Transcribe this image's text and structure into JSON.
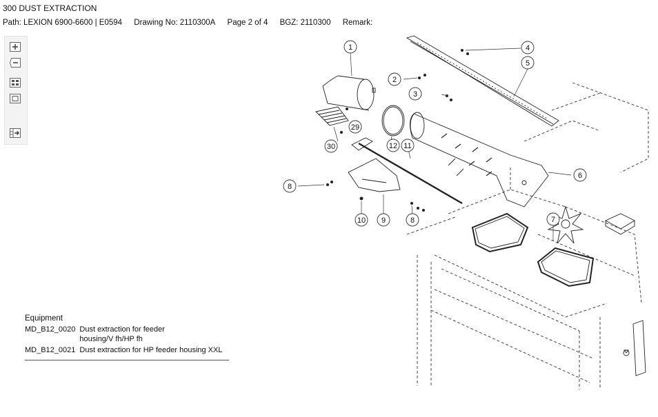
{
  "header": {
    "title": "300 DUST EXTRACTION",
    "path": "Path: LEXION 6900-6600 | E0594",
    "drawing_no": "Drawing No: 2110300A",
    "page": "Page 2 of 4",
    "bgz": "BGZ: 2110300",
    "remark": "Remark:"
  },
  "toolbar": {
    "items": [
      {
        "icon": "zoom-in-icon"
      },
      {
        "icon": "zoom-out-icon"
      },
      {
        "icon": "fit-grid-icon"
      },
      {
        "icon": "fit-page-icon"
      },
      {
        "icon": "export-icon"
      }
    ]
  },
  "callouts": [
    "1",
    "2",
    "3",
    "4",
    "5",
    "6",
    "7",
    "8",
    "8",
    "9",
    "10",
    "11",
    "12",
    "29",
    "30"
  ],
  "equipment": {
    "title": "Equipment",
    "rows": [
      {
        "code": "MD_B12_0020",
        "desc_line1": "Dust extraction for feeder",
        "desc_line2": "housing/V fh/HP fh"
      },
      {
        "code": "MD_B12_0021",
        "desc_line1": "Dust extraction for HP feeder housing XXL",
        "desc_line2": ""
      }
    ]
  }
}
